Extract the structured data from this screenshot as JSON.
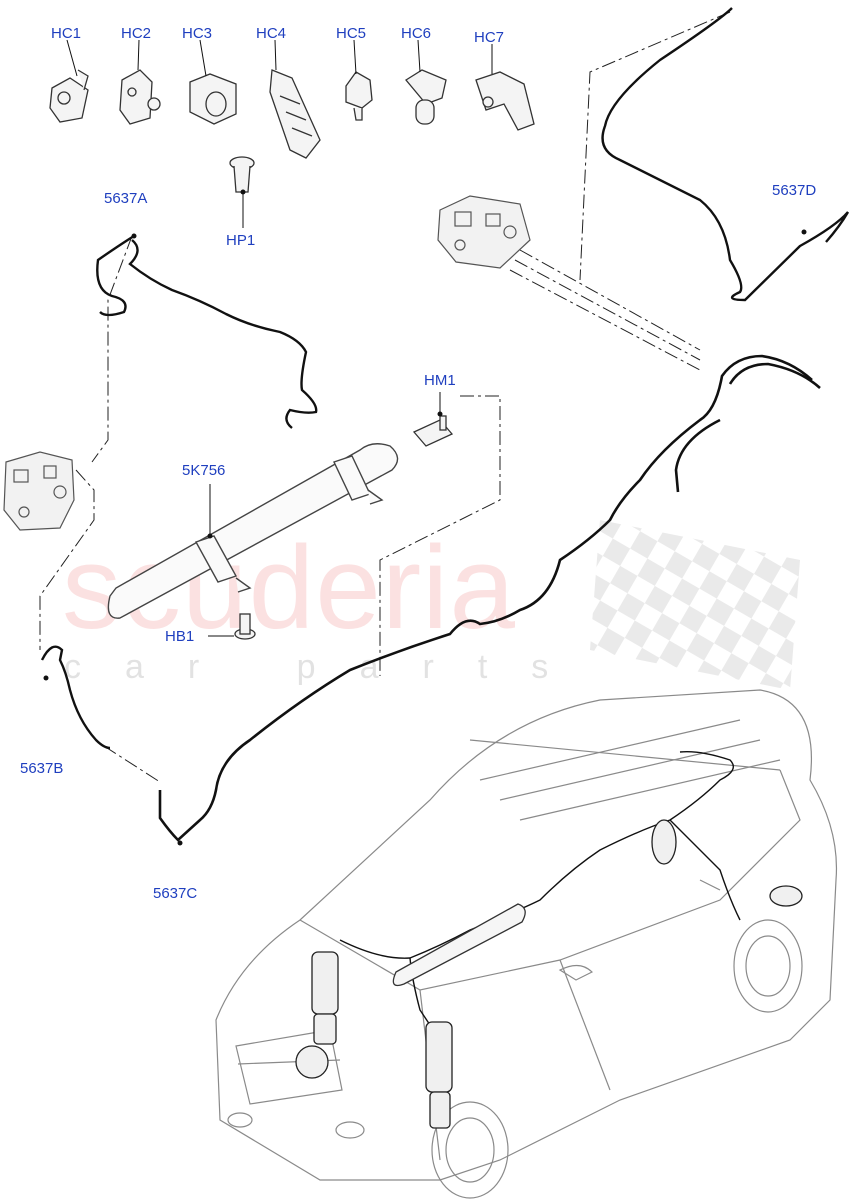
{
  "callouts": {
    "hc1": "HC1",
    "hc2": "HC2",
    "hc3": "HC3",
    "hc4": "HC4",
    "hc5": "HC5",
    "hc6": "HC6",
    "hc7": "HC7",
    "hp1": "HP1",
    "p5637a": "5637A",
    "p5637b": "5637B",
    "p5637c": "5637C",
    "p5637d": "5637D",
    "hm1": "HM1",
    "k756": "5K756",
    "hb1": "HB1"
  },
  "watermark": {
    "main": "scuderia",
    "sub": "car parts"
  },
  "colors": {
    "callout": "#1f3fbf",
    "line": "#111111",
    "outline": "#777777",
    "watermark": "#ec7878"
  }
}
